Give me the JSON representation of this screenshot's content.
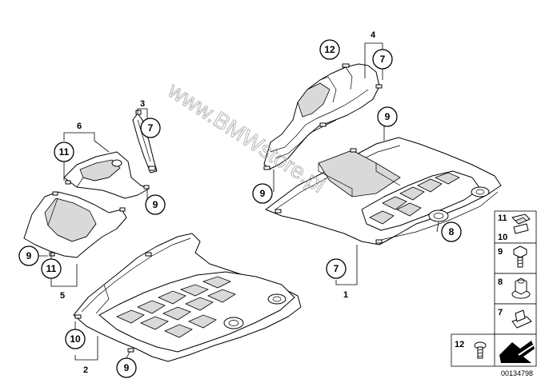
{
  "diagram": {
    "watermark": "www.BMWstore.pl",
    "doc_number": "00134798",
    "callouts": {
      "c12": "12",
      "c7a": "7",
      "c9a": "9",
      "c7b": "7",
      "c11a": "11",
      "c9b": "9",
      "c9c": "9",
      "c11b": "11",
      "c8": "8",
      "c7c": "7",
      "c10": "10",
      "c9d": "9"
    },
    "labels": {
      "l4": "4",
      "l3": "3",
      "l6": "6",
      "l5": "5",
      "l1": "1",
      "l2": "2"
    },
    "legend": {
      "row1_top": "11",
      "row1_bottom": "10",
      "row2": "9",
      "row3": "8",
      "row4": "7",
      "row5": "12"
    }
  }
}
